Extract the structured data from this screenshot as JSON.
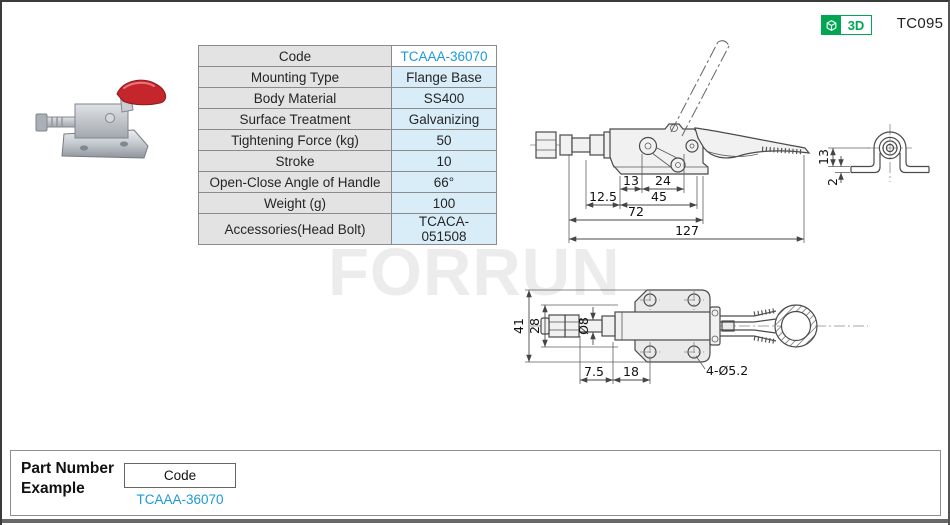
{
  "header": {
    "badge_3d": "3D",
    "product_code": "TC095"
  },
  "spec_table": {
    "rows": [
      {
        "label": "Code",
        "value": "TCAAA-36070"
      },
      {
        "label": "Mounting Type",
        "value": "Flange Base"
      },
      {
        "label": "Body Material",
        "value": "SS400"
      },
      {
        "label": "Surface Treatment",
        "value": "Galvanizing"
      },
      {
        "label": "Tightening Force (kg)",
        "value": "50"
      },
      {
        "label": "Stroke",
        "value": "10"
      },
      {
        "label": "Open-Close Angle of Handle",
        "value": "66°"
      },
      {
        "label": "Weight (g)",
        "value": "100"
      },
      {
        "label": "Accessories(Head Bolt)",
        "value": "TCACA-051508"
      }
    ]
  },
  "drawings": {
    "side_view": {
      "dim_13": "13",
      "dim_24": "24",
      "dim_12_5": "12.5",
      "dim_45": "45",
      "dim_72": "72",
      "dim_127": "127"
    },
    "end_view": {
      "dim_height": "13",
      "dim_thickness": "2"
    },
    "top_view": {
      "dim_41": "41",
      "dim_28": "28",
      "dim_shaft": "Ø8",
      "dim_7_5": "7.5",
      "dim_18": "18",
      "dim_holes": "4-Ø5.2"
    }
  },
  "part_number_example": {
    "title_line1": "Part Number",
    "title_line2": "Example",
    "code_label": "Code",
    "code_value": "TCAAA-36070"
  },
  "watermark": "FORRUN",
  "colors": {
    "accent_blue": "#1b9ad6",
    "badge_green": "#00a651",
    "table_label_bg": "#e3e3e3",
    "table_value_bg": "#d9edf8",
    "drawing_line": "#4a4a4a"
  }
}
